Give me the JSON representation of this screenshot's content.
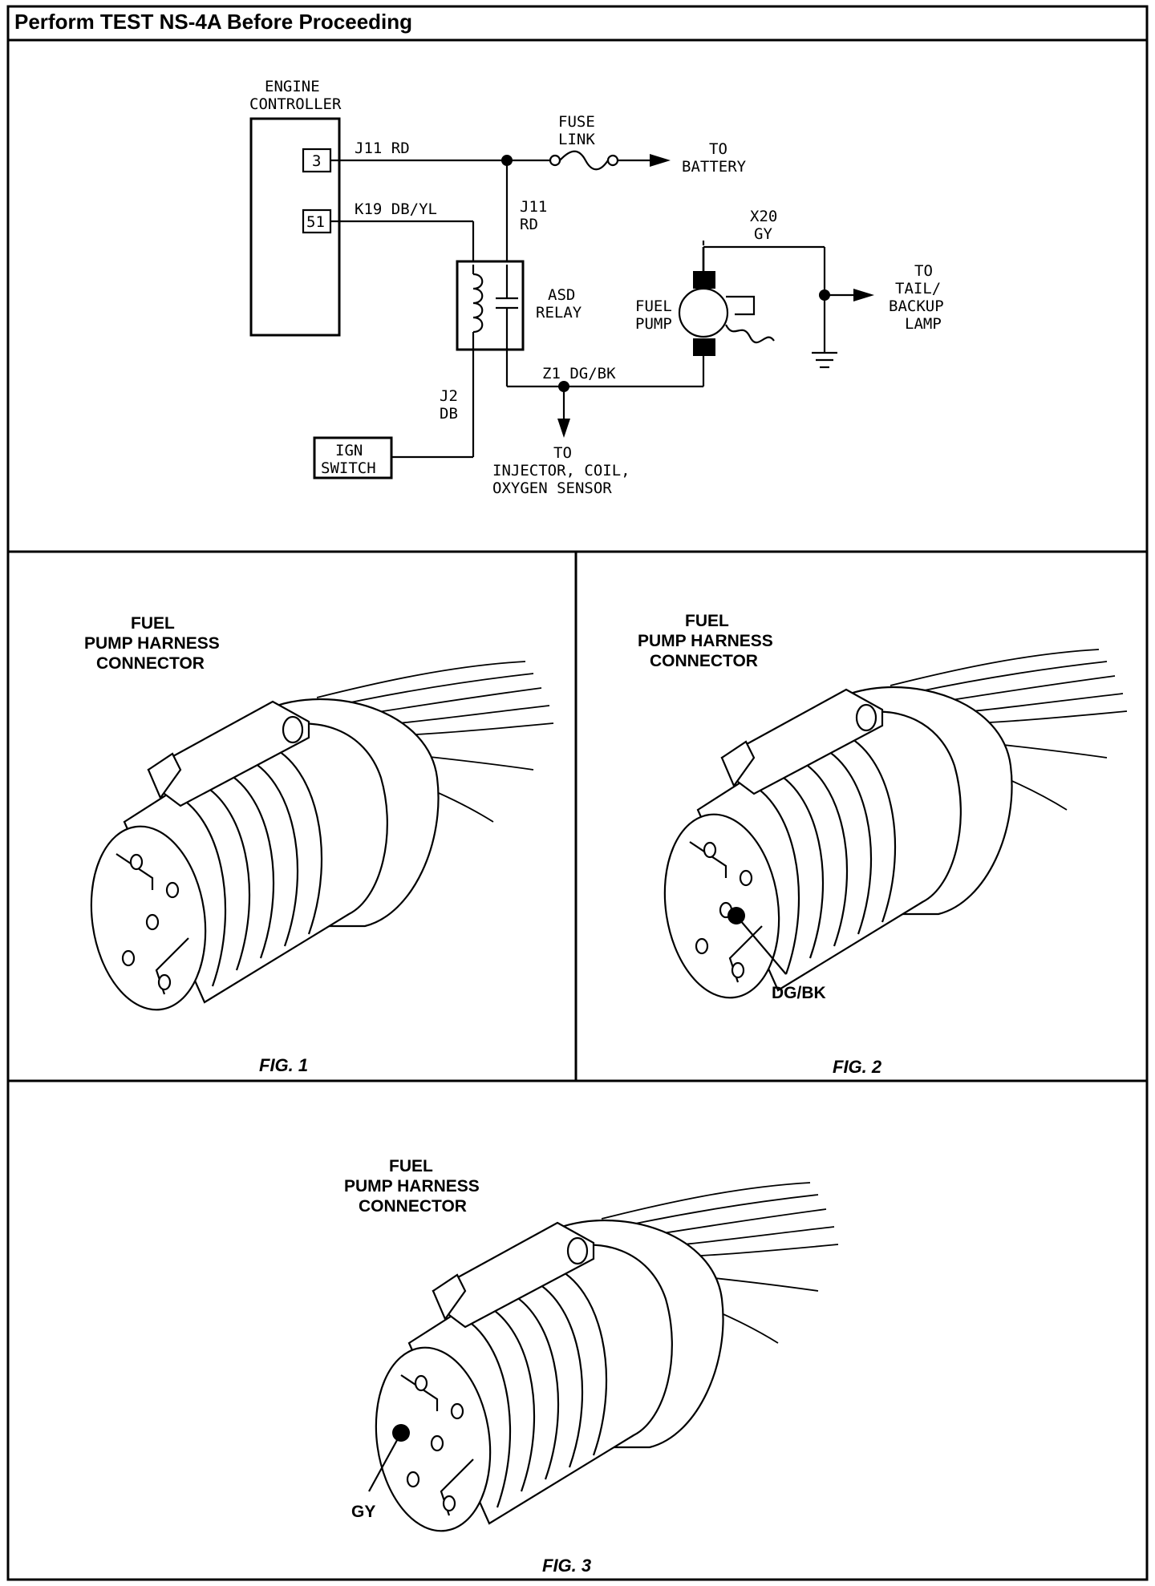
{
  "header": {
    "title": "Perform TEST NS-4A Before Proceeding"
  },
  "schematic": {
    "engine_controller": [
      "ENGINE",
      "CONTROLLER"
    ],
    "pin_3": "3",
    "pin_51": "51",
    "wire_j11_rd": "J11 RD",
    "wire_k19": "K19 DB/YL",
    "fuse_link": [
      "FUSE",
      "LINK"
    ],
    "to_battery": [
      "TO",
      "BATTERY"
    ],
    "j11_vertical": [
      "J11",
      "RD"
    ],
    "x20": [
      "X20",
      "GY"
    ],
    "asd_relay": [
      "ASD",
      "RELAY"
    ],
    "fuel_pump": [
      "FUEL",
      "PUMP"
    ],
    "to_tail": [
      "TO",
      "TAIL/",
      "BACKUP",
      "LAMP"
    ],
    "z1": "Z1 DG/BK",
    "j2": [
      "J2",
      "DB"
    ],
    "ign_switch": [
      "IGN",
      "SWITCH"
    ],
    "to_injector": [
      "TO",
      "INJECTOR, COIL,",
      "OXYGEN SENSOR"
    ]
  },
  "figures": [
    {
      "caption": "FIG. 1",
      "label": [
        "FUEL",
        "PUMP HARNESS",
        "CONNECTOR"
      ]
    },
    {
      "caption": "FIG. 2",
      "label": [
        "FUEL",
        "PUMP HARNESS",
        "CONNECTOR"
      ],
      "callout": "DG/BK"
    },
    {
      "caption": "FIG. 3",
      "label": [
        "FUEL",
        "PUMP HARNESS",
        "CONNECTOR"
      ],
      "callout": "GY"
    }
  ]
}
